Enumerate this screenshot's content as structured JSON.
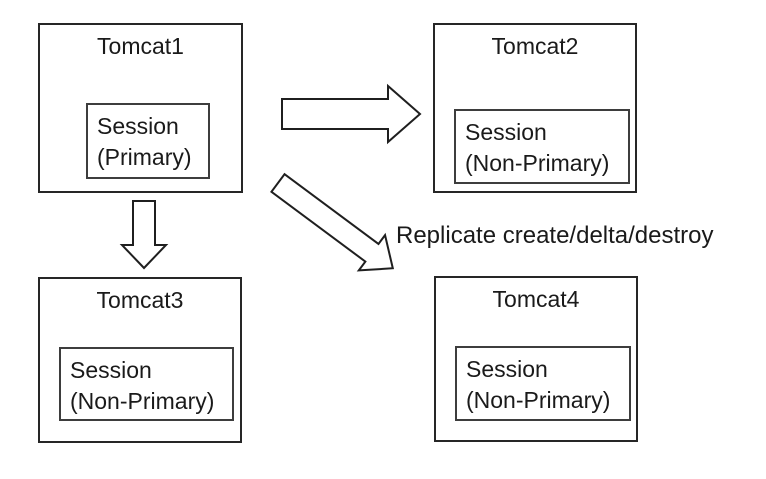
{
  "diagram": {
    "nodes": [
      {
        "id": "tomcat1",
        "title": "Tomcat1",
        "session_line1": "Session",
        "session_line2": "(Primary)"
      },
      {
        "id": "tomcat2",
        "title": "Tomcat2",
        "session_line1": "Session",
        "session_line2": "(Non-Primary)"
      },
      {
        "id": "tomcat3",
        "title": "Tomcat3",
        "session_line1": "Session",
        "session_line2": "(Non-Primary)"
      },
      {
        "id": "tomcat4",
        "title": "Tomcat4",
        "session_line1": "Session",
        "session_line2": "(Non-Primary)"
      }
    ],
    "arrows": [
      {
        "name": "arrow-tomcat1-to-tomcat2",
        "from": "Tomcat1",
        "to": "Tomcat2",
        "label": ""
      },
      {
        "name": "arrow-tomcat1-to-tomcat3",
        "from": "Tomcat1",
        "to": "Tomcat3",
        "label": ""
      },
      {
        "name": "arrow-tomcat1-to-tomcat4",
        "from": "Tomcat1",
        "to": "Tomcat4",
        "label": "Replicate create/delta/destroy"
      }
    ],
    "colors": {
      "background": "#ffffff",
      "box_border": "#262626",
      "session_box_border": "#3d3d3d",
      "arrow_outline": "#1f1f1f",
      "text": "#1a1a1a"
    }
  }
}
